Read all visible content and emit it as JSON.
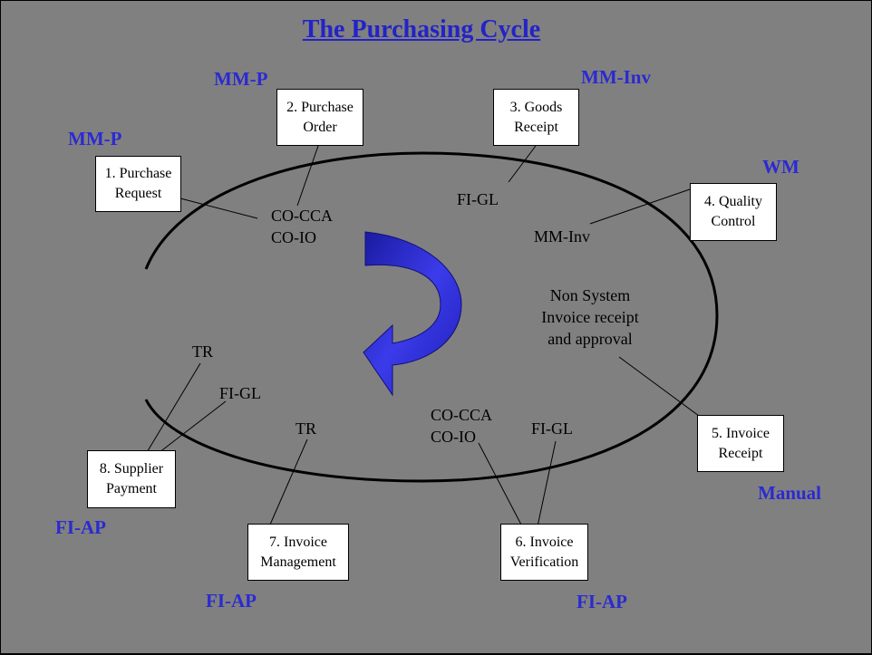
{
  "title": "The Purchasing Cycle",
  "steps": {
    "purchase_request": "1. Purchase\nRequest",
    "purchase_order": "2. Purchase\nOrder",
    "goods_receipt": "3. Goods\nReceipt",
    "quality_control": "4. Quality\nControl",
    "invoice_receipt": "5. Invoice\nReceipt",
    "invoice_verification": "6. Invoice\nVerification",
    "invoice_management": "7. Invoice\nManagement",
    "supplier_payment": "8. Supplier\nPayment"
  },
  "modules": {
    "mm_p_order": "MM-P",
    "mm_inv": "MM-Inv",
    "mm_p_request": "MM-P",
    "wm": "WM",
    "manual": "Manual",
    "fi_ap_payment": "FI-AP",
    "fi_ap_management": "FI-AP",
    "fi_ap_verification": "FI-AP"
  },
  "labels": {
    "co_cca_io_top": "CO-CCA\nCO-IO",
    "fi_gl_top": "FI-GL",
    "mm_inv_inner": "MM-Inv",
    "non_system": "Non System\nInvoice receipt\nand approval",
    "tr_left": "TR",
    "fi_gl_left": "FI-GL",
    "tr_bottom": "TR",
    "co_cca_io_bottom": "CO-CCA\nCO-IO",
    "fi_gl_bottom": "FI-GL"
  },
  "colors": {
    "background": "#808080",
    "module_text": "#2a2ad2",
    "title_text": "#2323c8",
    "arrow_fill": "#2a2ad2"
  }
}
